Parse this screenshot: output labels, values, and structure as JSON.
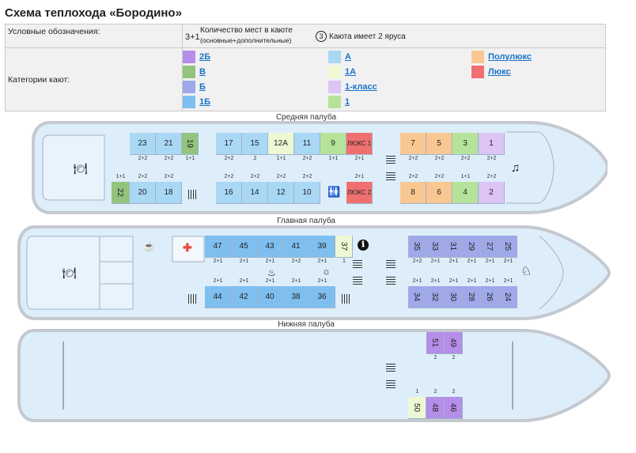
{
  "title": "Схема теплохода «Бородино»",
  "legend": {
    "conventions_label": "Условные обозначения:",
    "places_code": "3+1",
    "places_text": "Количество мест в каюте",
    "places_sub": "(основные+дополнительные)",
    "tier_num": "3",
    "tier_text": "Каюта имеет 2 яруса",
    "categories_label": "Категории кают:",
    "categories": [
      {
        "name": "2Б",
        "color": "#b48ee8"
      },
      {
        "name": "В",
        "color": "#93c47d"
      },
      {
        "name": "Б",
        "color": "#9fa8e8"
      },
      {
        "name": "1Б",
        "color": "#7fbfef"
      },
      {
        "name": "А",
        "color": "#a9d8f5"
      },
      {
        "name": "1А",
        "color": "#eef8d4"
      },
      {
        "name": "1-класс",
        "color": "#dcc4f5"
      },
      {
        "name": "1",
        "color": "#b6e39a"
      },
      {
        "name": "Полулюкс",
        "color": "#f9c892"
      },
      {
        "name": "Люкс",
        "color": "#f07070"
      }
    ]
  },
  "decks": {
    "middle": {
      "title": "Средняя палуба",
      "cabins": [
        {
          "n": "23",
          "c": "#a9d8f5",
          "cap": "2+2"
        },
        {
          "n": "21",
          "c": "#a9d8f5",
          "cap": "2+2"
        },
        {
          "n": "19",
          "c": "#93c47d",
          "cap": "1+1"
        },
        {
          "n": "17",
          "c": "#a9d8f5",
          "cap": "2+2"
        },
        {
          "n": "15",
          "c": "#a9d8f5",
          "cap": "2"
        },
        {
          "n": "12А",
          "c": "#eef8d4",
          "cap": "1+1"
        },
        {
          "n": "11",
          "c": "#a9d8f5",
          "cap": "2+2"
        },
        {
          "n": "9",
          "c": "#b6e39a",
          "cap": "1+1"
        },
        {
          "n": "ЛЮКС 1",
          "c": "#f07070",
          "cap": "2+1"
        },
        {
          "n": "7",
          "c": "#f9c892",
          "cap": "2+2"
        },
        {
          "n": "5",
          "c": "#f9c892",
          "cap": "2+2"
        },
        {
          "n": "3",
          "c": "#b6e39a",
          "cap": "2+2"
        },
        {
          "n": "1",
          "c": "#dcc4f5",
          "cap": "2+2"
        },
        {
          "n": "22",
          "c": "#93c47d",
          "cap": "1+1"
        },
        {
          "n": "20",
          "c": "#a9d8f5",
          "cap": "2+2"
        },
        {
          "n": "18",
          "c": "#a9d8f5",
          "cap": "2+2"
        },
        {
          "n": "16",
          "c": "#a9d8f5",
          "cap": "2+2"
        },
        {
          "n": "14",
          "c": "#a9d8f5",
          "cap": "2+2"
        },
        {
          "n": "12",
          "c": "#a9d8f5",
          "cap": "2+2"
        },
        {
          "n": "10",
          "c": "#a9d8f5",
          "cap": "2+2"
        },
        {
          "n": "ЛЮКС 2",
          "c": "#f07070",
          "cap": "2+1"
        },
        {
          "n": "8",
          "c": "#f9c892",
          "cap": "2+2"
        },
        {
          "n": "6",
          "c": "#f9c892",
          "cap": "2+2"
        },
        {
          "n": "4",
          "c": "#b6e39a",
          "cap": "1+1"
        },
        {
          "n": "2",
          "c": "#dcc4f5",
          "cap": "2+2"
        }
      ]
    },
    "main": {
      "title": "Главная палуба",
      "cabins": [
        {
          "n": "47",
          "c": "#7fbfef",
          "cap": "2+1"
        },
        {
          "n": "45",
          "c": "#7fbfef",
          "cap": "2+1"
        },
        {
          "n": "43",
          "c": "#7fbfef",
          "cap": "2+1"
        },
        {
          "n": "41",
          "c": "#7fbfef",
          "cap": "2+2"
        },
        {
          "n": "39",
          "c": "#7fbfef",
          "cap": "2+1"
        },
        {
          "n": "37",
          "c": "#eef8d4",
          "cap": "1"
        },
        {
          "n": "35",
          "c": "#9fa8e8",
          "cap": "2+2"
        },
        {
          "n": "33",
          "c": "#9fa8e8",
          "cap": "2+1"
        },
        {
          "n": "31",
          "c": "#9fa8e8",
          "cap": "2+1"
        },
        {
          "n": "29",
          "c": "#9fa8e8",
          "cap": "2+1"
        },
        {
          "n": "27",
          "c": "#9fa8e8",
          "cap": "2+1"
        },
        {
          "n": "25",
          "c": "#9fa8e8",
          "cap": "2+1"
        },
        {
          "n": "44",
          "c": "#7fbfef",
          "cap": "2+1"
        },
        {
          "n": "42",
          "c": "#7fbfef",
          "cap": "2+1"
        },
        {
          "n": "40",
          "c": "#7fbfef",
          "cap": "2+1"
        },
        {
          "n": "38",
          "c": "#7fbfef",
          "cap": "2+1"
        },
        {
          "n": "36",
          "c": "#7fbfef",
          "cap": "2+1"
        },
        {
          "n": "34",
          "c": "#9fa8e8",
          "cap": "2+1"
        },
        {
          "n": "32",
          "c": "#9fa8e8",
          "cap": "2+1"
        },
        {
          "n": "30",
          "c": "#9fa8e8",
          "cap": "2+1"
        },
        {
          "n": "28",
          "c": "#9fa8e8",
          "cap": "2+1"
        },
        {
          "n": "26",
          "c": "#9fa8e8",
          "cap": "2+1"
        },
        {
          "n": "24",
          "c": "#9fa8e8",
          "cap": "2+1"
        }
      ]
    },
    "lower": {
      "title": "Нижняя палуба",
      "cabins": [
        {
          "n": "51",
          "c": "#b48ee8",
          "cap": "2"
        },
        {
          "n": "49",
          "c": "#b48ee8",
          "cap": "2"
        },
        {
          "n": "50",
          "c": "#eef8d4",
          "cap": "1"
        },
        {
          "n": "48",
          "c": "#b48ee8",
          "cap": "2"
        },
        {
          "n": "46",
          "c": "#b48ee8",
          "cap": "2"
        }
      ]
    }
  },
  "icons": {
    "restaurant": "🍽",
    "music": "♫",
    "wc": "🚻",
    "medical": "✚",
    "info": "ℹ",
    "cafe": "☕",
    "ironing": "♨",
    "salon": "☼",
    "kids": "♘"
  },
  "colors": {
    "hull_fill": "#ddeefa",
    "hull_stroke": "#c5c9cf",
    "medical": "#e74c3c"
  }
}
